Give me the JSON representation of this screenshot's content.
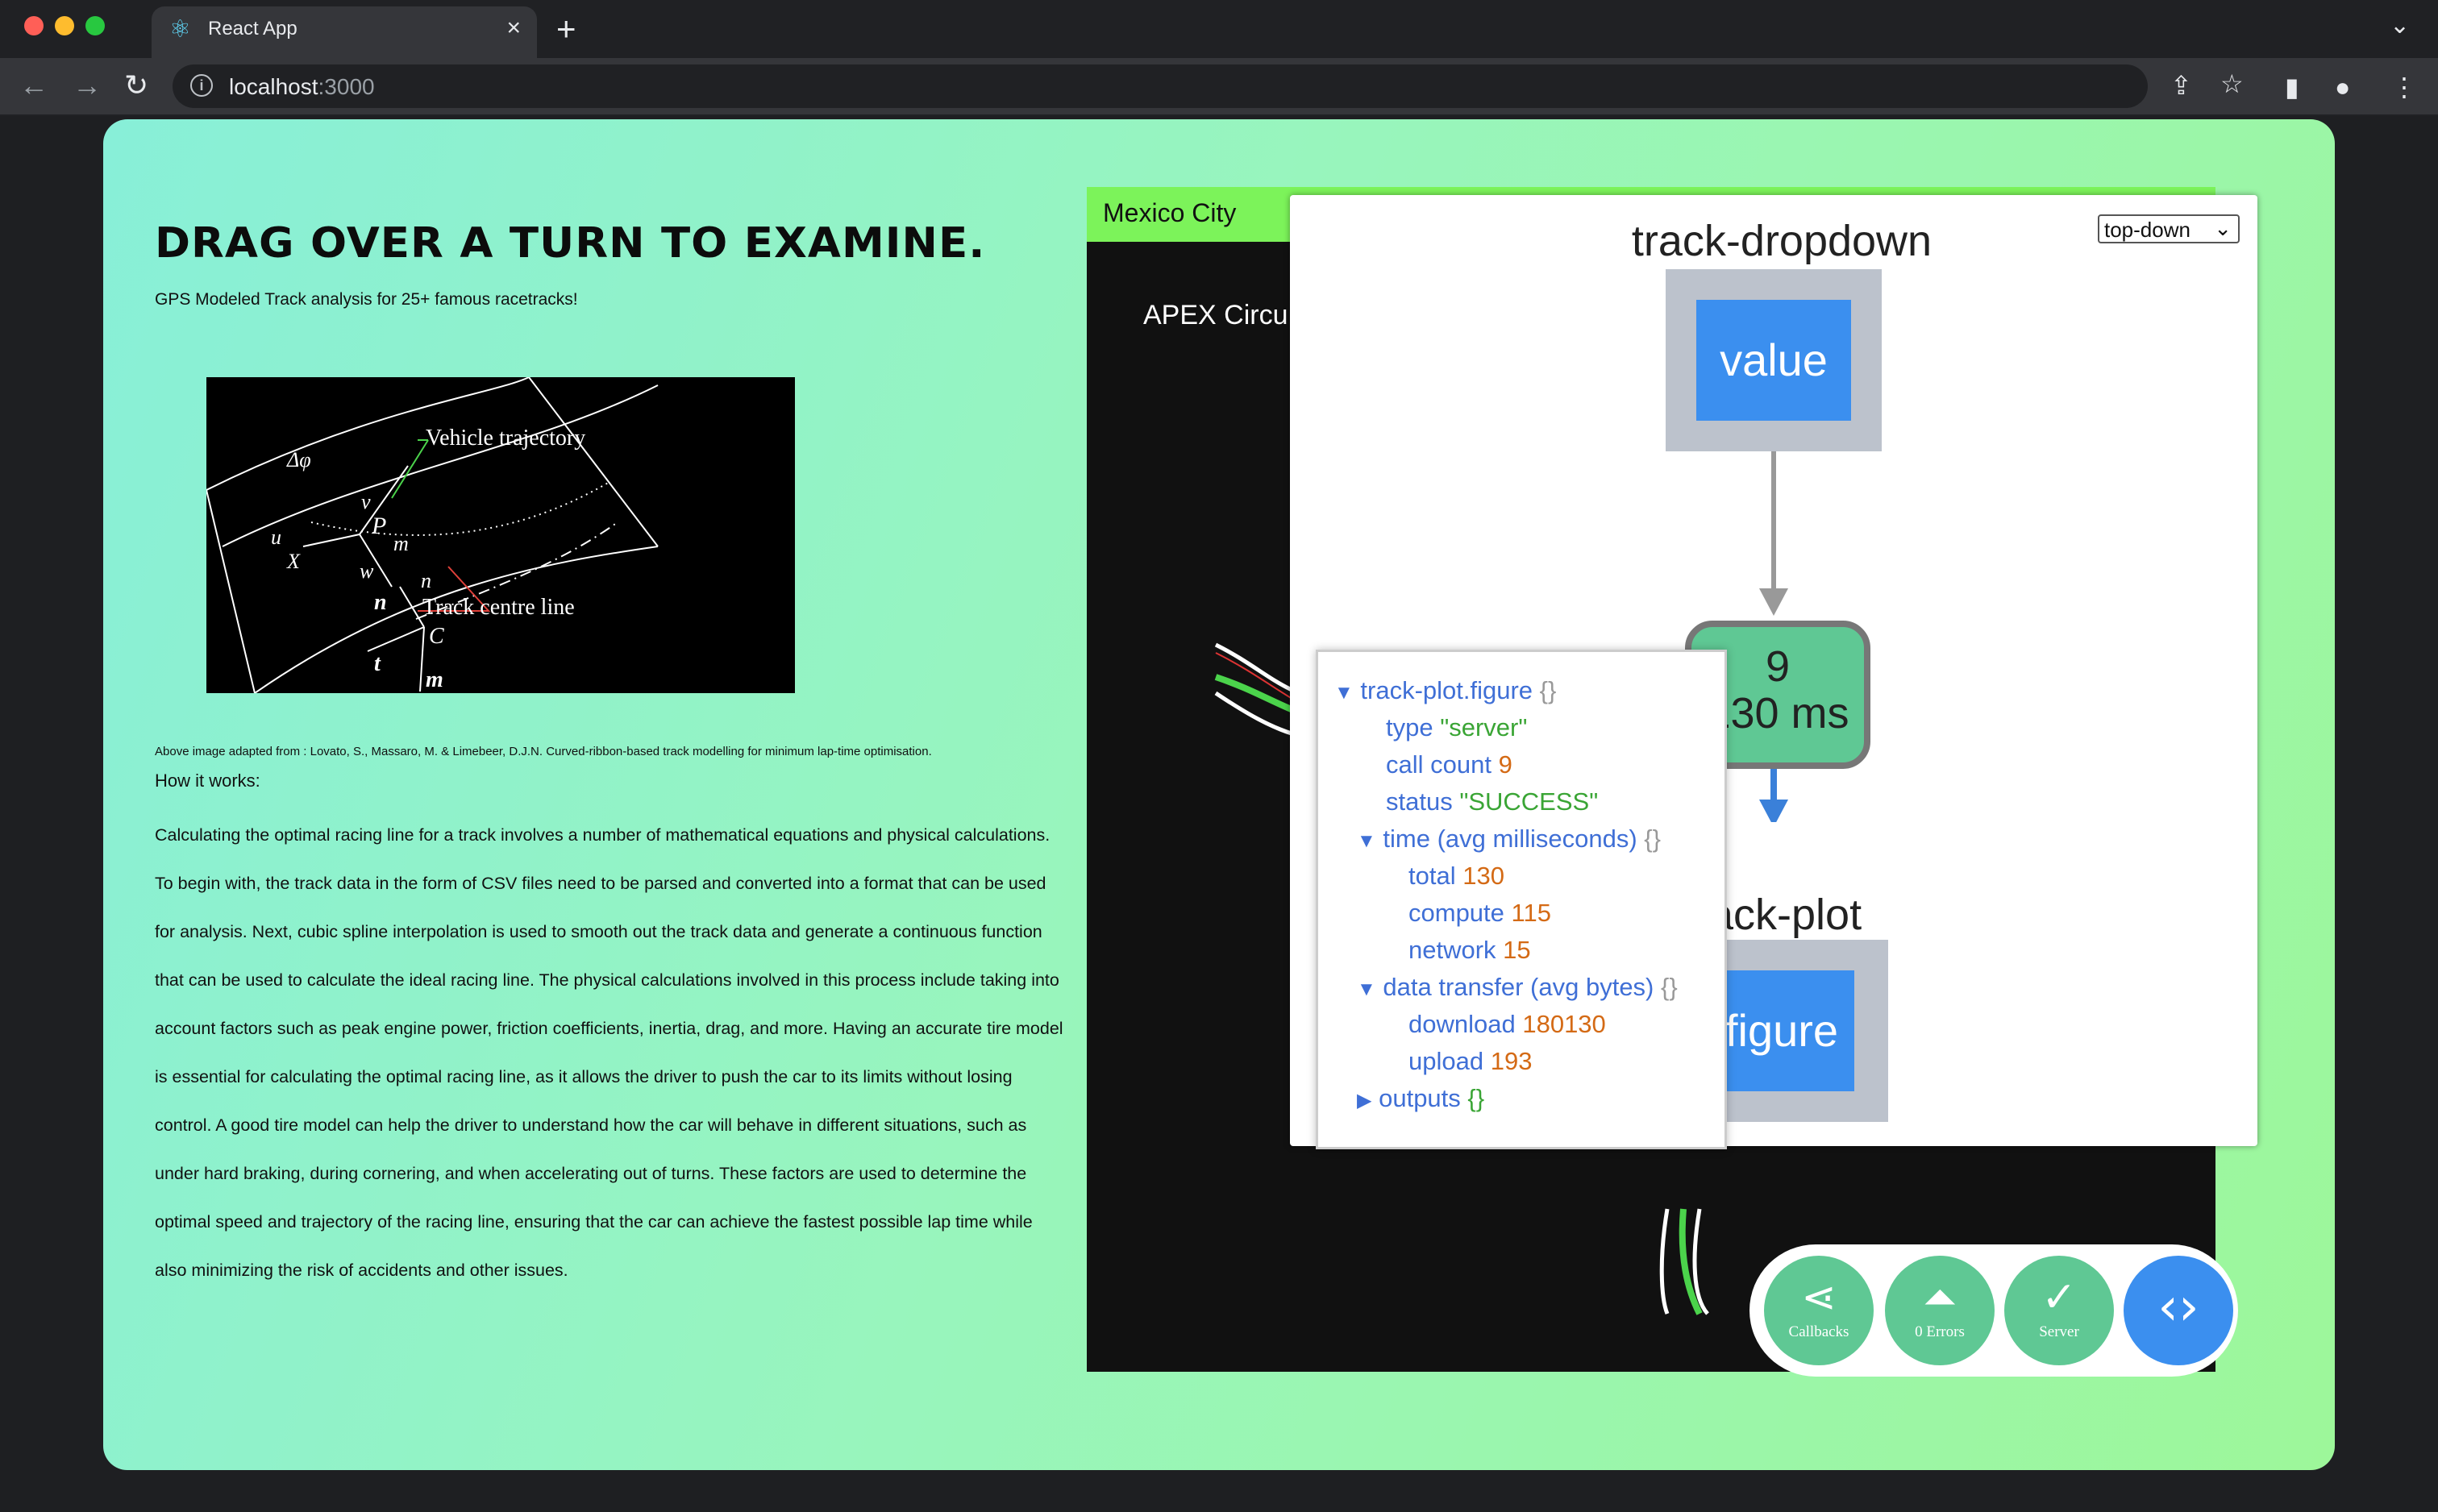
{
  "browser": {
    "tab_title": "React App",
    "url_host": "localhost",
    "url_port": ":3000",
    "colors": {
      "close": "#ff5f57",
      "minimize": "#febc2e",
      "maximize": "#28c840"
    }
  },
  "page": {
    "heading": "DRAG OVER A TURN TO EXAMINE.",
    "subtitle": "GPS Modeled Track analysis for 25+ famous racetracks!",
    "diagram": {
      "vehicle_label": "Vehicle trajectory",
      "centre_label": "Track centre line",
      "symbols": [
        "Δφ",
        "v",
        "P",
        "u",
        "X",
        "w",
        "m",
        "n",
        "n",
        "C",
        "t",
        "m"
      ]
    },
    "caption": "Above image adapted from : Lovato, S., Massaro, M. & Limebeer, D.J.N. Curved-ribbon-based track modelling for minimum lap-time optimisation.",
    "how_title": "How it works:",
    "body": "Calculating the optimal racing line for a track involves a number of mathematical equations and physical calculations. To begin with, the track data in the form of CSV files need to be parsed and converted into a format that can be used for analysis. Next, cubic spline interpolation is used to smooth out the track data and generate a continuous function that can be used to calculate the ideal racing line. The physical calculations involved in this process include taking into account factors such as peak engine power, friction coefficients, inertia, drag, and more. Having an accurate tire model is essential for calculating the optimal racing line, as it allows the driver to push the car to its limits without losing control. A good tire model can help the driver to understand how the car will behave in different situations, such as under hard braking, during cornering, and when accelerating out of turns. These factors are used to determine the optimal speed and trajectory of the racing line, ensuring that the car can achieve the fastest possible lap time while also minimizing the risk of accidents and other issues."
  },
  "panel": {
    "city": "Mexico City",
    "title_partial": "APEX Circu"
  },
  "graph": {
    "layout_value": "top-down",
    "input_id": "track-dropdown",
    "input_prop": "value",
    "callback_count": "9",
    "callback_time": "130 ms",
    "output_id_partial": "ack-plot",
    "output_prop_partial": "figure"
  },
  "popup": {
    "root_key": "track-plot.figure",
    "type_key": "type",
    "type_val": "\"server\"",
    "call_key": "call count",
    "call_val": "9",
    "status_key": "status",
    "status_val": "\"SUCCESS\"",
    "time_key": "time (avg milliseconds)",
    "total_key": "total",
    "total_val": "130",
    "compute_key": "compute",
    "compute_val": "115",
    "network_key": "network",
    "network_val": "15",
    "transfer_key": "data transfer (avg bytes)",
    "download_key": "download",
    "download_val": "180130",
    "upload_key": "upload",
    "upload_val": "193",
    "outputs_key": "outputs",
    "empty_obj": "{}"
  },
  "devtools": {
    "callbacks": "Callbacks",
    "errors": "0 Errors",
    "server": "Server"
  }
}
